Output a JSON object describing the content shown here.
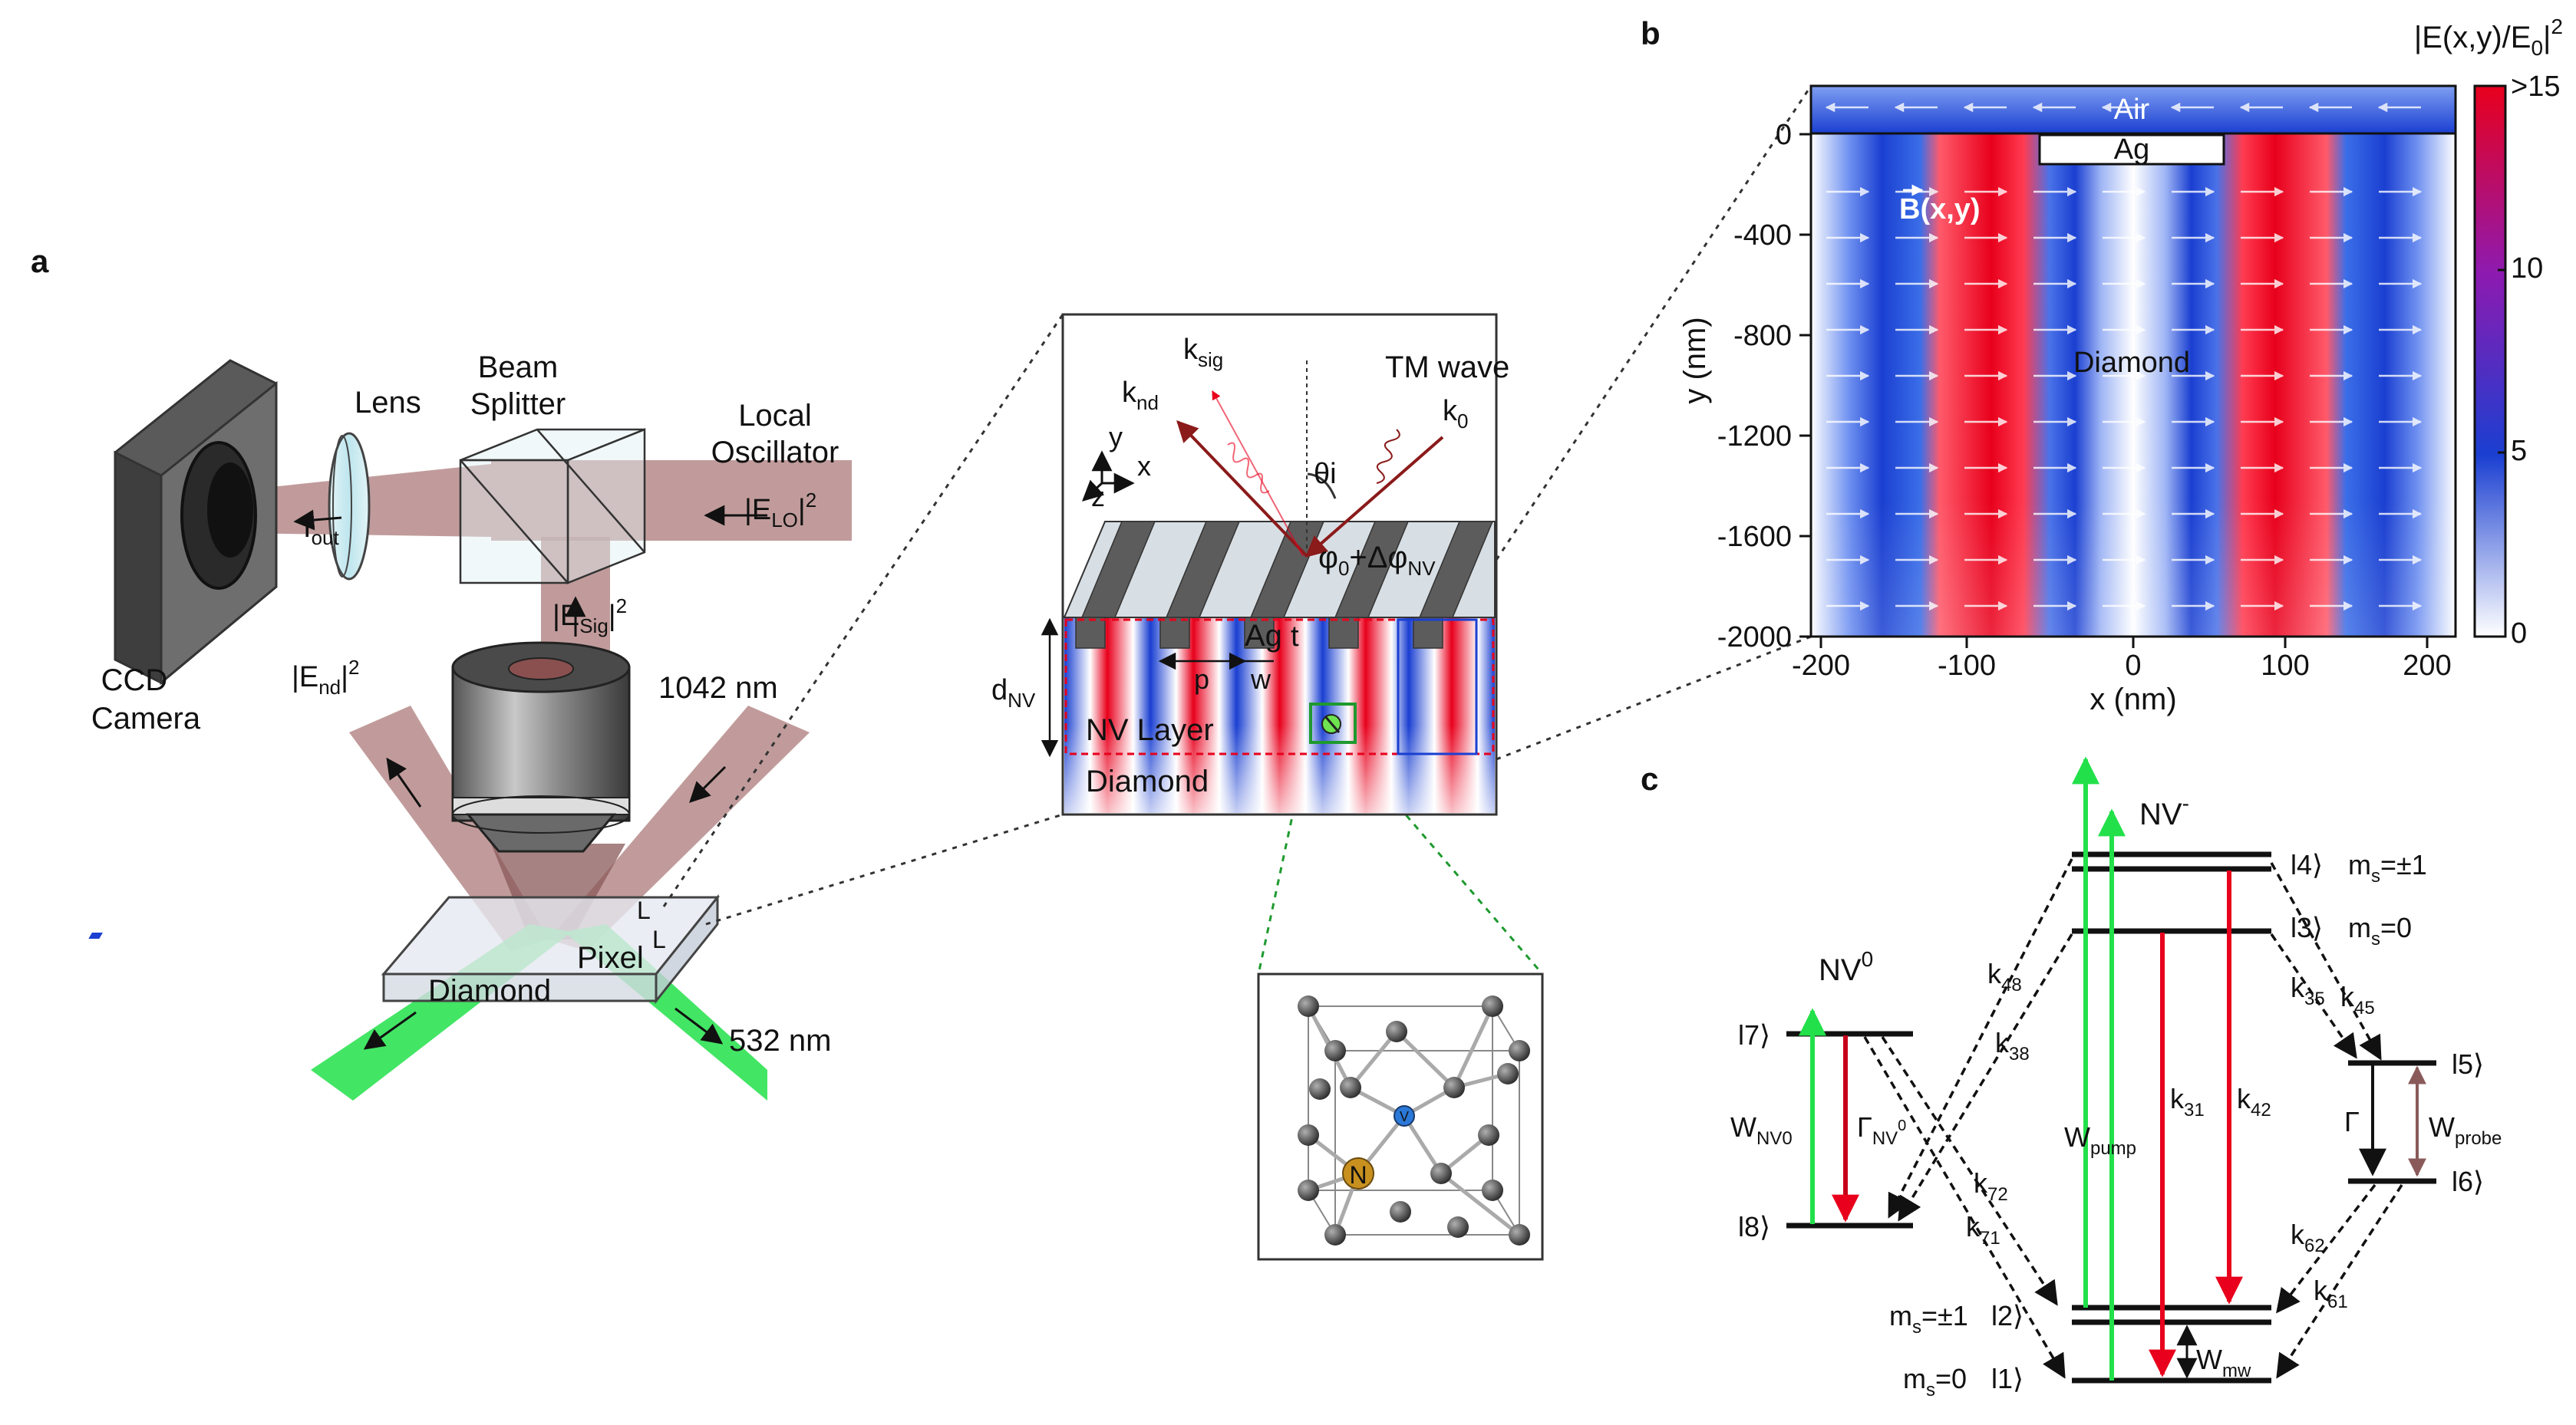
{
  "panel_labels": {
    "a": "a",
    "b": "b",
    "c": "c"
  },
  "panel_a": {
    "labels": {
      "lens": "Lens",
      "beam_splitter_1": "Beam",
      "beam_splitter_2": "Splitter",
      "local_osc_1": "Local",
      "local_osc_2": "Oscillator",
      "ccd_1": "CCD",
      "ccd_2": "Camera",
      "diamond": "Diamond",
      "pixel": "Pixel",
      "nm1042": "1042 nm",
      "nm532": "532 nm",
      "i_out": "I",
      "i_out_sub": "out",
      "e_lo": "|E",
      "e_lo_sub": "LO",
      "e_lo_sup": "2",
      "e_sig": "|E",
      "e_sig_sub": "Sig",
      "e_sig_sup": "2",
      "e_nd": "|E",
      "e_nd_sub": "nd",
      "e_nd_sup": "2",
      "L1": "L",
      "L2": "L"
    },
    "inset": {
      "k_sig": "k",
      "k_sig_sub": "sig",
      "k_nd": "k",
      "k_nd_sub": "nd",
      "k_0": "k",
      "k_0_sub": "0",
      "tm_wave": "TM wave",
      "theta": "θi",
      "phi": "φ",
      "phi_sub": "0",
      "phi_rest": "+Δφ",
      "phi_rest_sub": "NV",
      "ag": "Ag",
      "t": "t",
      "p": "p",
      "w": "w",
      "d_nv": "d",
      "d_nv_sub": "NV",
      "nv_layer": "NV Layer",
      "diamond": "Diamond",
      "axis_y": "y",
      "axis_x": "x",
      "axis_z": "z"
    },
    "crystal": {
      "n_label": "N",
      "v_label": "V"
    }
  },
  "panel_b": {
    "title": "|E(x,y)/E",
    "title_sub": "0",
    "title_tail": "|",
    "title_sup": "2",
    "xlabel": "x (nm)",
    "ylabel": "y (nm)",
    "x_ticks": [
      "-200",
      "-100",
      "0",
      "100",
      "200"
    ],
    "y_ticks": [
      "0",
      "-400",
      "-800",
      "-1200",
      "-1600",
      "-2000"
    ],
    "colorbar_ticks": [
      ">15",
      "10",
      "5",
      "0"
    ],
    "labels": {
      "air": "Air",
      "ag": "Ag",
      "diamond": "Diamond",
      "bfield": "B(x,y)"
    }
  },
  "panel_c": {
    "nv0": "NV",
    "nv0_sup": "0",
    "nvm": "NV",
    "nvm_sup": "-",
    "levels": {
      "l1": "l1⟩",
      "l2": "l2⟩",
      "l3": "l3⟩",
      "l4": "l4⟩",
      "l5": "l5⟩",
      "l6": "l6⟩",
      "l7": "l7⟩",
      "l8": "l8⟩"
    },
    "ms": {
      "ms4": "m",
      "ms4_sub": "s",
      "ms4_val": "=±1",
      "ms3": "m",
      "ms3_sub": "s",
      "ms3_val": "=0",
      "ms2": "m",
      "ms2_sub": "s",
      "ms2_val": "=±1",
      "ms1": "m",
      "ms1_sub": "s",
      "ms1_val": "=0"
    },
    "rates": {
      "k48": "k",
      "k48_sub": "48",
      "k38": "k",
      "k38_sub": "38",
      "k35": "k",
      "k35_sub": "35",
      "k45": "k",
      "k45_sub": "45",
      "k72": "k",
      "k72_sub": "72",
      "k71": "k",
      "k71_sub": "71",
      "k31": "k",
      "k31_sub": "31",
      "k42": "k",
      "k42_sub": "42",
      "k62": "k",
      "k62_sub": "62",
      "k61": "k",
      "k61_sub": "61",
      "wnv0": "W",
      "wnv0_sub": "NV0",
      "gamma_nv0": "Γ",
      "gamma_nv0_sub": "NV",
      "gamma_nv0_sup": "0",
      "wpump": "W",
      "wpump_sub": "pump",
      "wprobe": "W",
      "wprobe_sub": "probe",
      "gamma": "Γ",
      "wmw": "W",
      "wmw_sub": "mw"
    }
  },
  "colors": {
    "red": "#e8001c",
    "blue": "#1a3fd1",
    "green": "#22e04a",
    "beam": "#b07f7f"
  }
}
